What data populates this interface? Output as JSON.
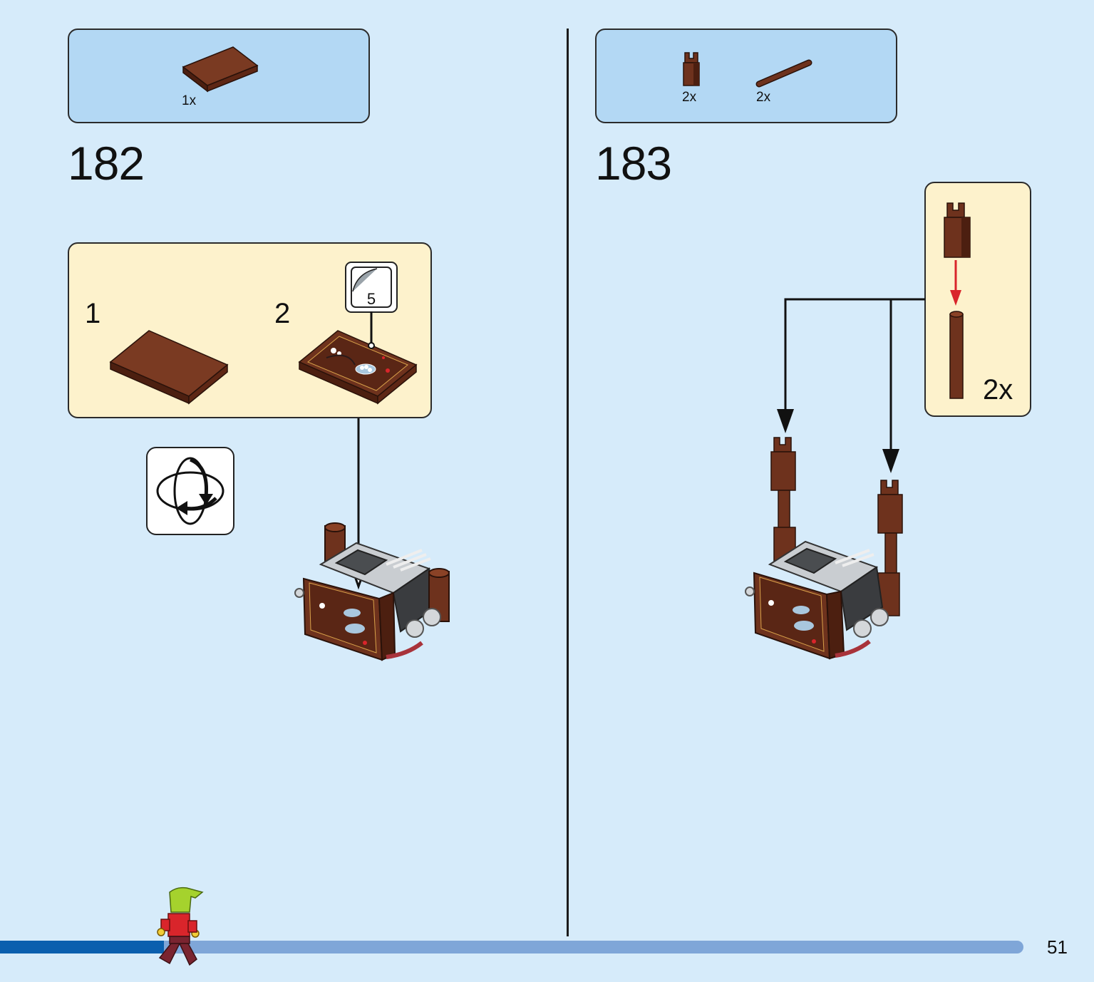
{
  "step_182": {
    "number": "182",
    "parts": [
      {
        "qty": "1x",
        "icon": "brown-tile-2x4-icon"
      }
    ],
    "subassembly": {
      "step1_label": "1",
      "step2_label": "2",
      "sticker_number": "5"
    },
    "rotate_icon": "rotate-model-icon"
  },
  "step_183": {
    "number": "183",
    "parts": [
      {
        "qty": "2x",
        "icon": "brown-clip-icon"
      },
      {
        "qty": "2x",
        "icon": "brown-bar-icon"
      }
    ],
    "callout_qty": "2x"
  },
  "page_number": "51",
  "progress": {
    "fraction": 0.16
  },
  "colors": {
    "background": "#d6ebfa",
    "parts_box": "#b3d8f4",
    "subassembly_box": "#fdf2cc",
    "brick_brown": "#6b2f1a",
    "progress_done": "#0a5fae",
    "progress_remaining": "#7fa6d8",
    "arrow_red": "#d9252b"
  }
}
